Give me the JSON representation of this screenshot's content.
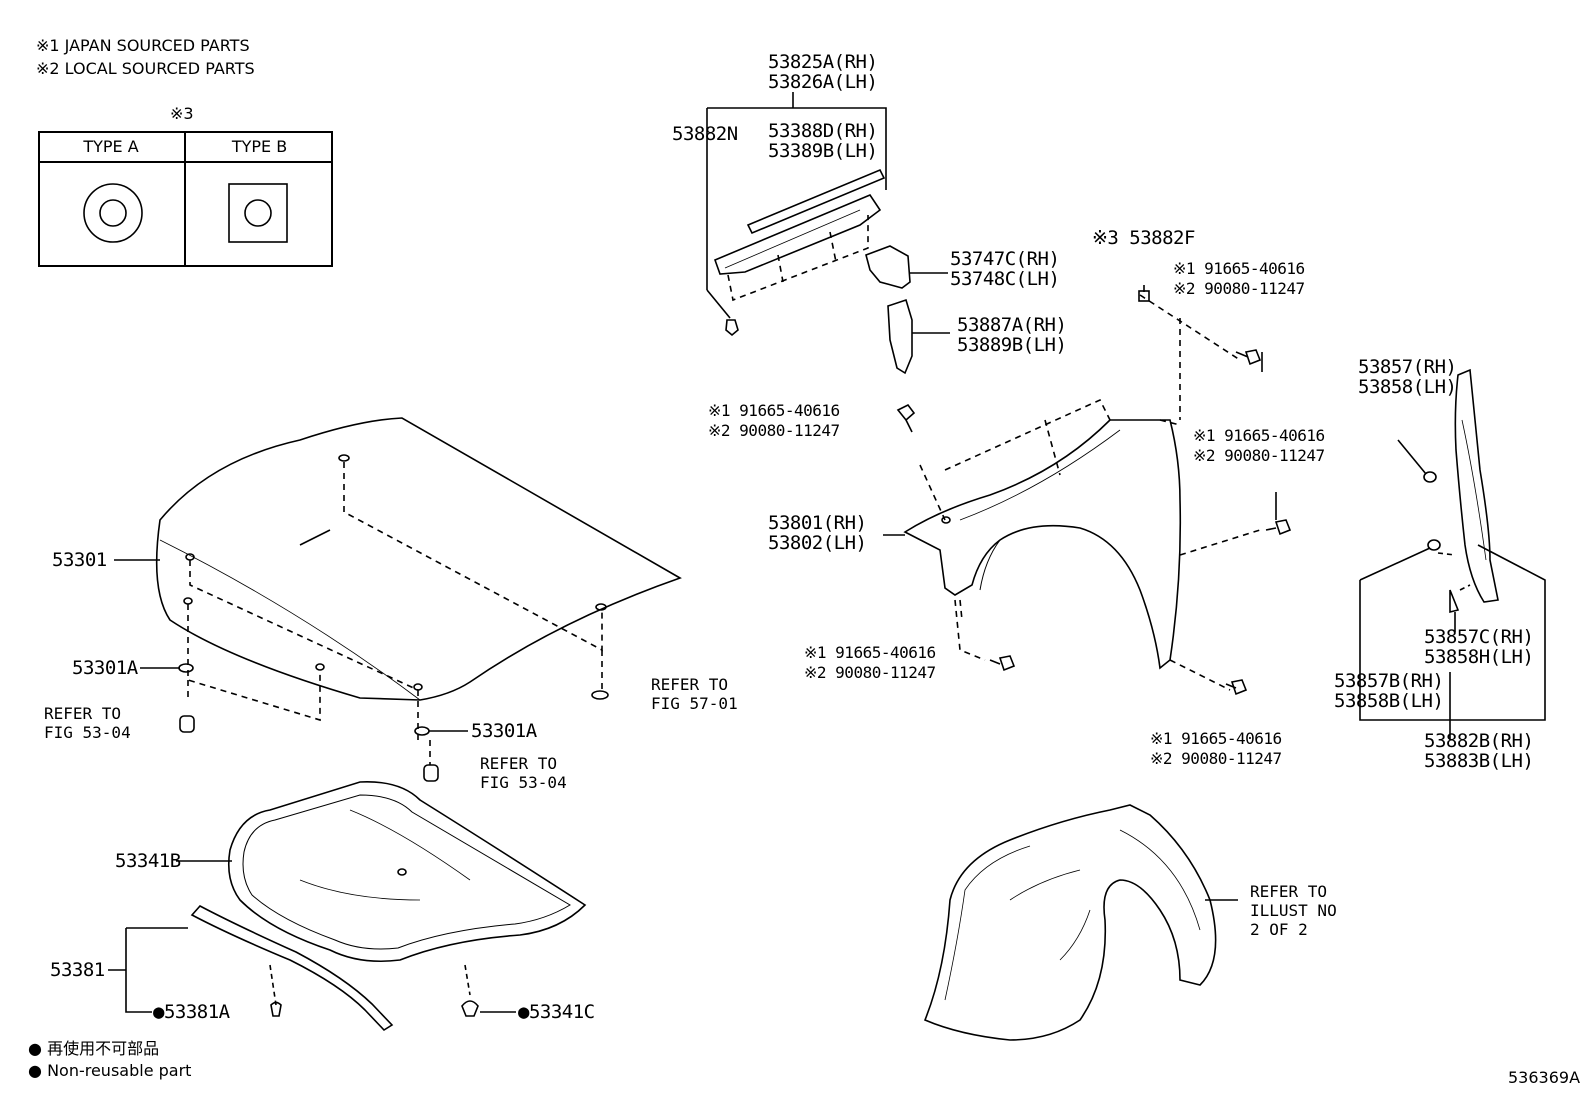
{
  "notes": {
    "n1": "※1 JAPAN SOURCED PARTS",
    "n2": "※2 LOCAL SOURCED PARTS",
    "n3": "※3"
  },
  "type_table": {
    "type_a": "TYPE A",
    "type_b": "TYPE B"
  },
  "legend": {
    "jp": "再使用不可部品",
    "en": "Non-reusable part",
    "bullet": "●"
  },
  "figure_id": "536369A",
  "labels": {
    "p53825a": "53825A(RH)",
    "p53826a": "53826A(LH)",
    "p53882n": "53882N",
    "p53388d": "53388D(RH)",
    "p53389b": "53389B(LH)",
    "p53747c": "53747C(RH)",
    "p53748c": "53748C(LH)",
    "p53887a": "53887A(RH)",
    "p53889b": "53889B(LH)",
    "p53882f": "※3 53882F",
    "bolt_top_1": "※1 91665-40616",
    "bolt_top_2": "※2 90080-11247",
    "bolt_left_1": "※1 91665-40616",
    "bolt_left_2": "※2 90080-11247",
    "bolt_right_1": "※1 91665-40616",
    "bolt_right_2": "※2 90080-11247",
    "bolt_low_1": "※1 91665-40616",
    "bolt_low_2": "※2 90080-11247",
    "bolt_bottom_1": "※1 91665-40616",
    "bolt_bottom_2": "※2 90080-11247",
    "p53801": "53801(RH)",
    "p53802": "53802(LH)",
    "p53857": "53857(RH)",
    "p53858": "53858(LH)",
    "p53857c": "53857C(RH)",
    "p53858h": "53858H(LH)",
    "p53857b": "53857B(RH)",
    "p53858b": "53858B(LH)",
    "p53882b": "53882B(RH)",
    "p53883b": "53883B(LH)",
    "p53301": "53301",
    "p53301a_l": "53301A",
    "p53301a_r": "53301A",
    "p53341b": "53341B",
    "p53381": "53381",
    "p53381a": "●53381A",
    "p53341c": "●53341C"
  },
  "refs": {
    "fig5701_a": "REFER TO",
    "fig5701_b": "FIG 57-01",
    "fig5304l_a": "REFER TO",
    "fig5304l_b": "FIG 53-04",
    "fig5304r_a": "REFER TO",
    "fig5304r_b": "FIG 53-04",
    "illust_a": "REFER TO",
    "illust_b": "ILLUST NO",
    "illust_c": "2 OF 2"
  }
}
